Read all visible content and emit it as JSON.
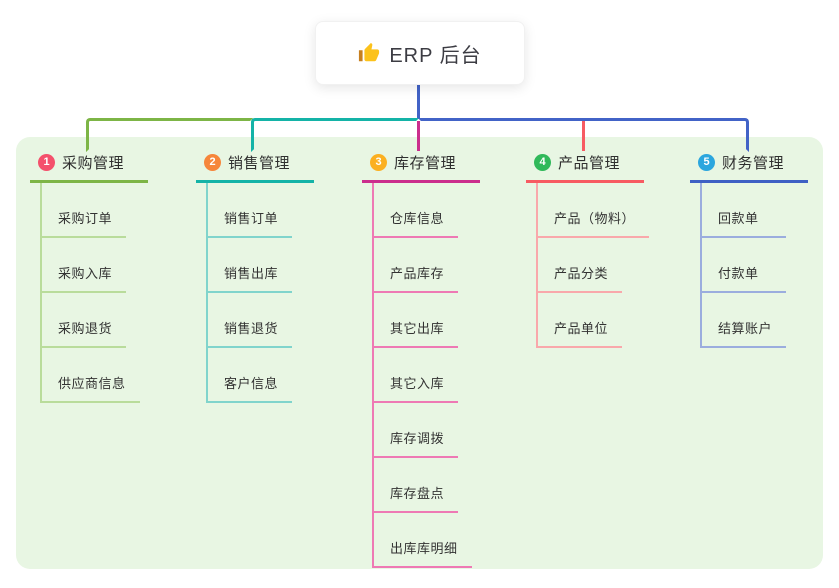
{
  "root": {
    "title": "ERP 后台",
    "icon": "thumbs-up-icon"
  },
  "branches": [
    {
      "badge": "1",
      "label": "采购管理",
      "badge_color": "#f4516c",
      "line_color": "#7db546",
      "sub_line_color": "#b9dc9b",
      "items": [
        "采购订单",
        "采购入库",
        "采购退货",
        "供应商信息"
      ]
    },
    {
      "badge": "2",
      "label": "销售管理",
      "badge_color": "#f6863b",
      "line_color": "#14b3a7",
      "sub_line_color": "#80d4cc",
      "items": [
        "销售订单",
        "销售出库",
        "销售退货",
        "客户信息"
      ]
    },
    {
      "badge": "3",
      "label": "库存管理",
      "badge_color": "#fbb021",
      "line_color": "#cb2e8d",
      "sub_line_color": "#ee79b4",
      "items": [
        "仓库信息",
        "产品库存",
        "其它出库",
        "其它入库",
        "库存调拨",
        "库存盘点",
        "出库库明细"
      ]
    },
    {
      "badge": "4",
      "label": "产品管理",
      "badge_color": "#30b95a",
      "line_color": "#f75b62",
      "sub_line_color": "#f9a8ab",
      "items": [
        "产品（物料）",
        "产品分类",
        "产品单位"
      ]
    },
    {
      "badge": "5",
      "label": "财务管理",
      "badge_color": "#2ba6de",
      "line_color": "#3e60c4",
      "sub_line_color": "#9badde",
      "items": [
        "回款单",
        "付款单",
        "结算账户"
      ]
    }
  ],
  "colors": {
    "root_line": "#4263c7",
    "panel_bg": "#e8f6e3",
    "canvas_bg": "#ffffff",
    "text": "#333333"
  }
}
